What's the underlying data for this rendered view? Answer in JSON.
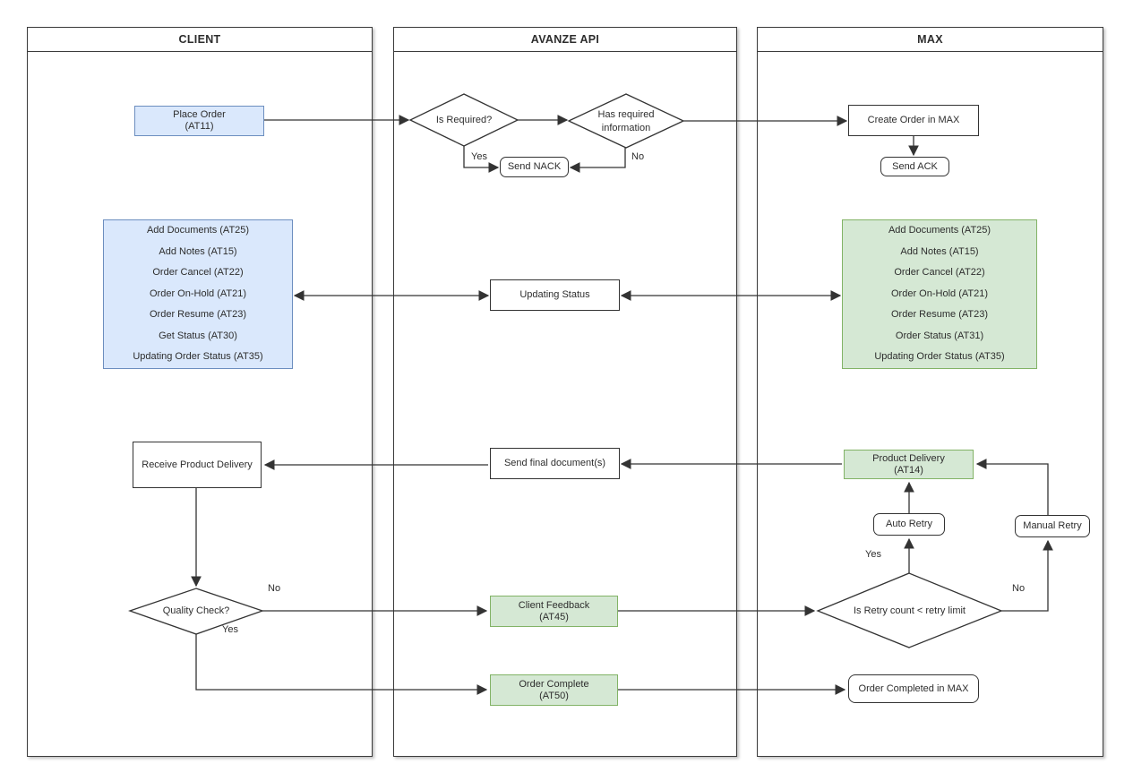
{
  "diagram": {
    "lanes": [
      {
        "title": "CLIENT"
      },
      {
        "title": "AVANZE API"
      },
      {
        "title": "MAX"
      }
    ],
    "labels": {
      "yes": "Yes",
      "no": "No"
    },
    "nodes": {
      "place_order": {
        "label": "Place Order",
        "sublabel": "(AT11)"
      },
      "is_required": {
        "label": "Is Required?"
      },
      "has_required_info": {
        "line1": "Has required",
        "line2": "information"
      },
      "send_nack": {
        "label": "Send NACK"
      },
      "create_order_max": {
        "label": "Create Order in MAX"
      },
      "send_ack": {
        "label": "Send ACK"
      },
      "client_ops": {
        "items": [
          "Add Documents (AT25)",
          "Add Notes (AT15)",
          "Order Cancel (AT22)",
          "Order On-Hold (AT21)",
          "Order Resume (AT23)",
          "Get Status (AT30)",
          "Updating Order Status (AT35)"
        ]
      },
      "updating_status": {
        "label": "Updating Status"
      },
      "max_ops": {
        "items": [
          "Add Documents (AT25)",
          "Add Notes (AT15)",
          "Order Cancel (AT22)",
          "Order On-Hold (AT21)",
          "Order Resume (AT23)",
          "Order Status (AT31)",
          "Updating Order Status (AT35)"
        ]
      },
      "receive_product_delivery": {
        "label": "Receive Product Delivery"
      },
      "send_final_documents": {
        "label": "Send final document(s)"
      },
      "product_delivery": {
        "label": "Product Delivery",
        "sublabel": "(AT14)"
      },
      "auto_retry": {
        "label": "Auto Retry"
      },
      "manual_retry": {
        "label": "Manual Retry"
      },
      "quality_check": {
        "label": "Quality Check?"
      },
      "client_feedback": {
        "label": "Client Feedback",
        "sublabel": "(AT45)"
      },
      "retry_check": {
        "label": "Is Retry count < retry limit"
      },
      "order_complete": {
        "label": "Order Complete",
        "sublabel": "(AT50)"
      },
      "order_completed_max": {
        "label": "Order Completed in MAX"
      }
    },
    "colors": {
      "client_node_fill": "#dae8fc",
      "client_node_stroke": "#6c8ebf",
      "max_node_fill": "#d5e8d4",
      "max_node_stroke": "#82b366",
      "line": "#333333",
      "lane_border": "#3b3b3b"
    }
  }
}
